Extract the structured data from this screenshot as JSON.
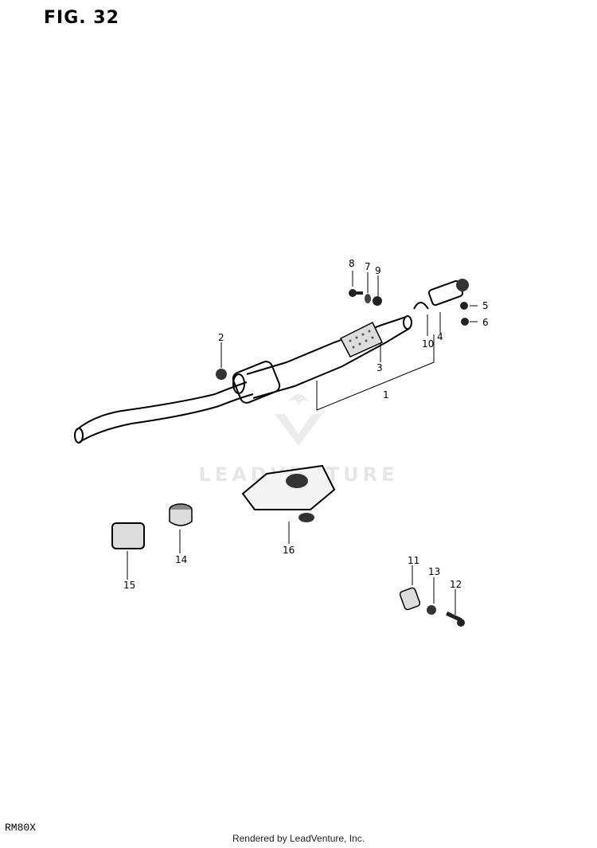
{
  "figure": {
    "title": "FIG. 32",
    "model": "RM80X"
  },
  "watermark": "LEADVENTURE",
  "footer": "Rendered by LeadVenture, Inc.",
  "callouts": [
    {
      "id": "c1",
      "label": "1"
    },
    {
      "id": "c2",
      "label": "2"
    },
    {
      "id": "c3",
      "label": "3"
    },
    {
      "id": "c4",
      "label": "4"
    },
    {
      "id": "c5",
      "label": "5"
    },
    {
      "id": "c6",
      "label": "6"
    },
    {
      "id": "c7",
      "label": "7"
    },
    {
      "id": "c8",
      "label": "8"
    },
    {
      "id": "c9",
      "label": "9"
    },
    {
      "id": "c10",
      "label": "10"
    },
    {
      "id": "c11",
      "label": "11"
    },
    {
      "id": "c12",
      "label": "12"
    },
    {
      "id": "c13",
      "label": "13"
    },
    {
      "id": "c14",
      "label": "14"
    },
    {
      "id": "c15",
      "label": "15"
    },
    {
      "id": "c16",
      "label": "16"
    }
  ]
}
